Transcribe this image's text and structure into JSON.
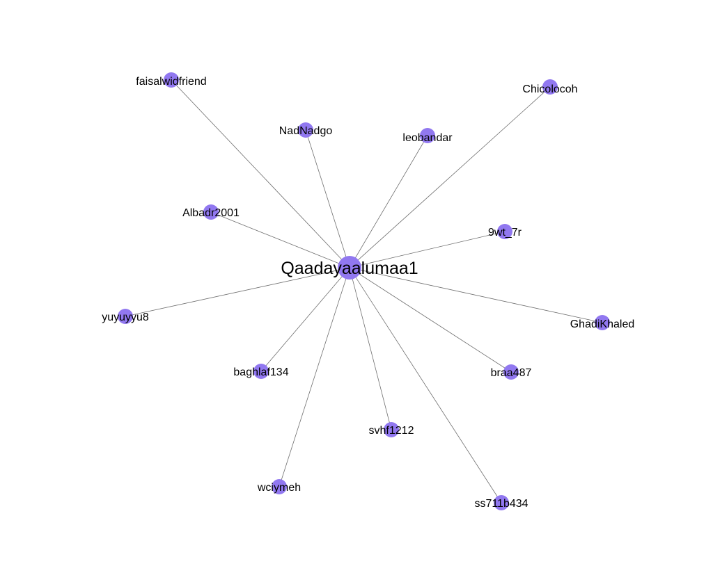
{
  "graph": {
    "node_color": "#9178f0",
    "edge_color": "#6e6e6e",
    "center": {
      "id": "c",
      "label": "Qaadayaalumaa1"
    },
    "leaves": [
      {
        "id": "n1",
        "label": "faisalwidfriend"
      },
      {
        "id": "n2",
        "label": "Chicolocoh"
      },
      {
        "id": "n3",
        "label": "NadNadgo"
      },
      {
        "id": "n4",
        "label": "leobandar"
      },
      {
        "id": "n5",
        "label": "Albadr2001"
      },
      {
        "id": "n6",
        "label": "9wt_7r"
      },
      {
        "id": "n7",
        "label": "yuyuyyu8"
      },
      {
        "id": "n8",
        "label": "GhadiKhaled"
      },
      {
        "id": "n9",
        "label": "baghlaf134"
      },
      {
        "id": "n10",
        "label": "braa487"
      },
      {
        "id": "n11",
        "label": "svhf1212"
      },
      {
        "id": "n12",
        "label": "wciymeh"
      },
      {
        "id": "n13",
        "label": "ss711b434"
      }
    ]
  }
}
